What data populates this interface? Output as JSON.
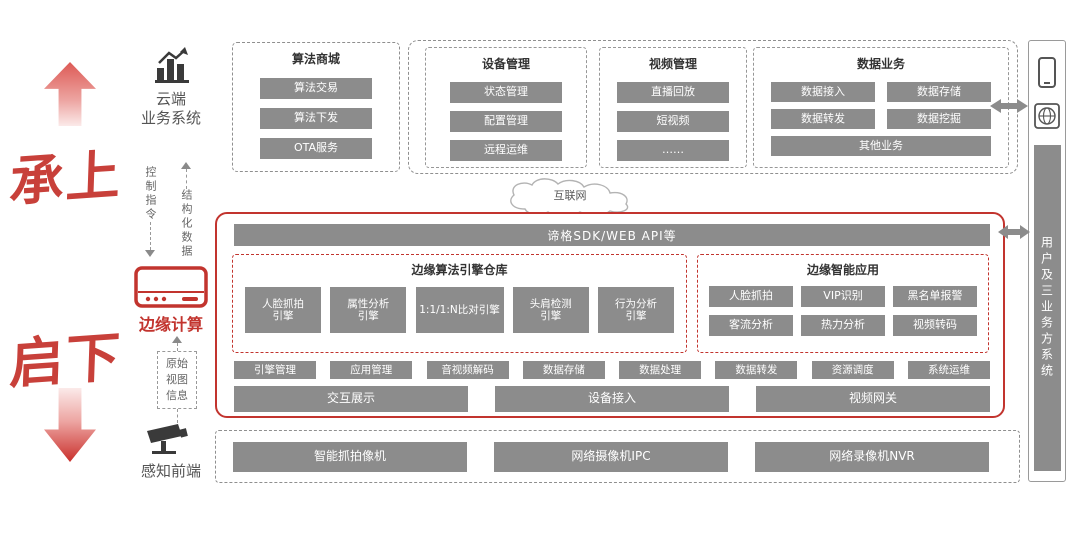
{
  "left": {
    "motto_top": "承上",
    "motto_bottom": "启下",
    "cloud_label": "云端\n业务系统",
    "flow_down": "控制指令",
    "flow_up": "结构化数据",
    "edge_label": "边缘计算",
    "raw_info": "原始\n视图\n信息",
    "sensor_label": "感知前端"
  },
  "cloud": {
    "algo_mall": {
      "title": "算法商城",
      "items": [
        "算法交易",
        "算法下发",
        "OTA服务"
      ]
    },
    "device": {
      "title": "设备管理",
      "items": [
        "状态管理",
        "配置管理",
        "远程运维"
      ]
    },
    "video": {
      "title": "视频管理",
      "items": [
        "直播回放",
        "短视频",
        "……"
      ]
    },
    "data": {
      "title": "数据业务",
      "items": [
        "数据接入",
        "数据存储",
        "数据转发",
        "数据挖掘",
        "其他业务"
      ]
    }
  },
  "internet_label": "互联网",
  "edge": {
    "sdk_bar": "谛格SDK/WEB API等",
    "engines": {
      "title": "边缘算法引擎仓库",
      "items": [
        "人脸抓拍\n引擎",
        "属性分析\n引擎",
        "1:1/1:N比对引擎",
        "头肩检测\n引擎",
        "行为分析\n引擎"
      ]
    },
    "apps": {
      "title": "边缘智能应用",
      "items": [
        "人脸抓拍",
        "VIP识别",
        "黑名单报警",
        "客流分析",
        "热力分析",
        "视频转码"
      ]
    },
    "services": [
      "引擎管理",
      "应用管理",
      "音视频解码",
      "数据存储",
      "数据处理",
      "数据转发",
      "资源调度",
      "系统运维"
    ],
    "platforms": [
      "交互展示",
      "设备接入",
      "视频网关"
    ]
  },
  "frontend": {
    "items": [
      "智能抓拍像机",
      "网络摄像机IPC",
      "网络录像机NVR"
    ]
  },
  "right": {
    "third_party": "用户及三业务方系统"
  },
  "colors": {
    "accent_red": "#c2342e",
    "box_gray": "#8c8c8c",
    "motto_red": "#c8403a"
  }
}
